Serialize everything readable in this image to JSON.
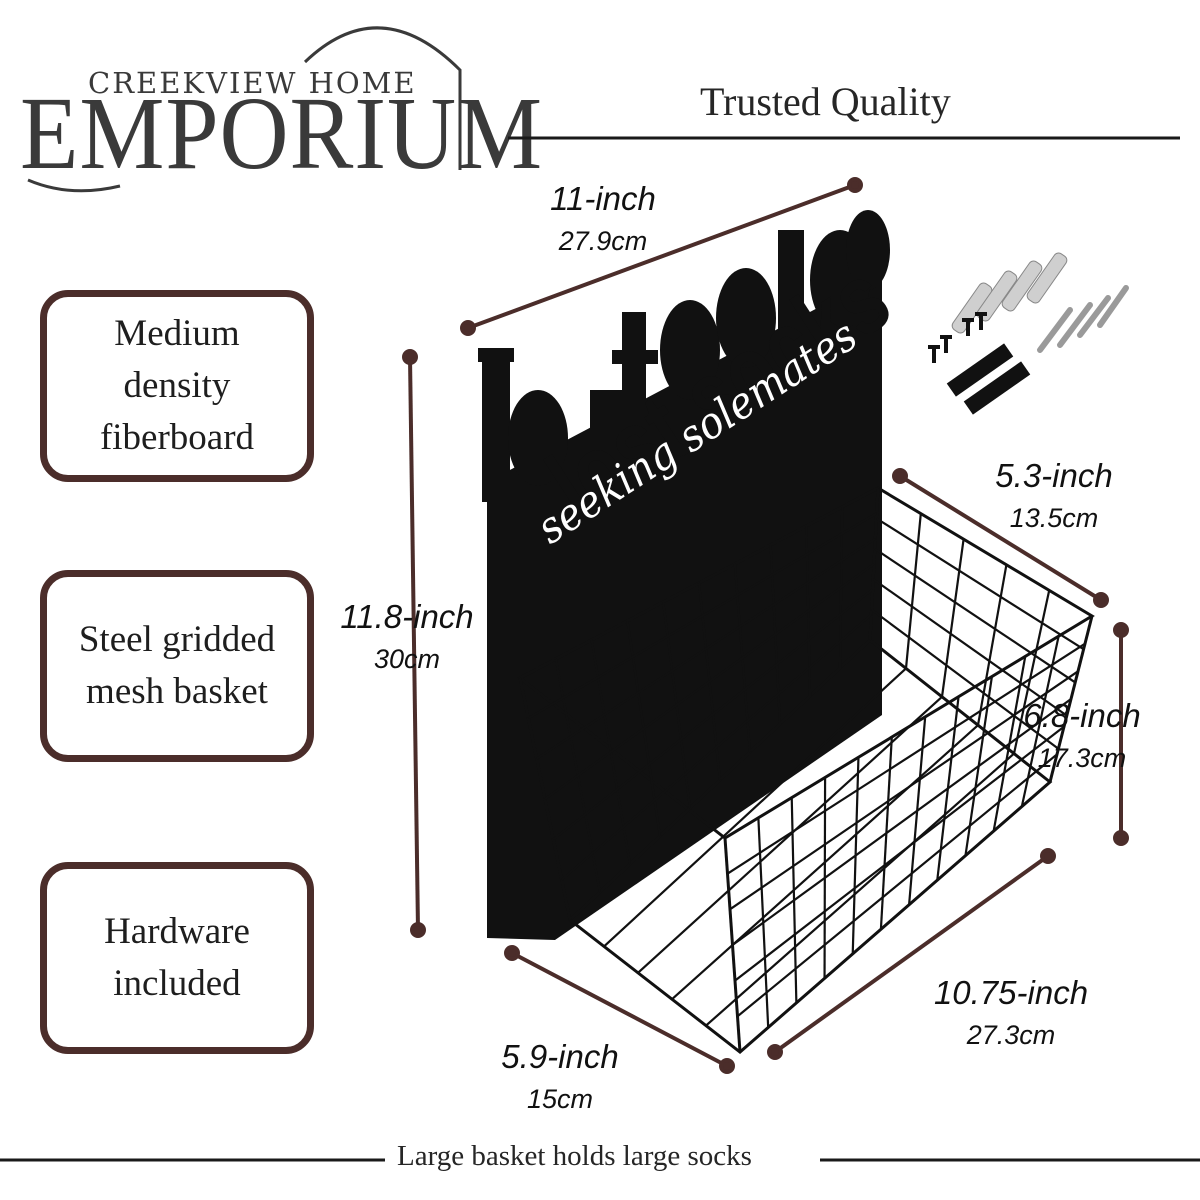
{
  "brand": {
    "line1": "CREEKVIEW HOME",
    "line2": "EMPORIUM"
  },
  "tagline": "Trusted Quality",
  "features": [
    {
      "text": "Medium\ndensity\nfiberboard"
    },
    {
      "text": "Steel gridded\nmesh basket"
    },
    {
      "text": "Hardware\nincluded"
    }
  ],
  "product_sign": {
    "title": "lost socks",
    "subtitle": "seeking solemates"
  },
  "dimensions": {
    "width_top": {
      "imperial": "11-inch",
      "metric": "27.9cm"
    },
    "height": {
      "imperial": "11.8-inch",
      "metric": "30cm"
    },
    "basket_depth_top": {
      "imperial": "5.3-inch",
      "metric": "13.5cm"
    },
    "basket_height": {
      "imperial": "6.8-inch",
      "metric": "17.3cm"
    },
    "basket_length": {
      "imperial": "10.75-inch",
      "metric": "27.3cm"
    },
    "basket_depth_bottom": {
      "imperial": "5.9-inch",
      "metric": "15cm"
    }
  },
  "footer": "Large basket holds large socks",
  "colors": {
    "accent_brown": "#4b2d2a",
    "product_black": "#111111",
    "text_dark": "#262626"
  }
}
